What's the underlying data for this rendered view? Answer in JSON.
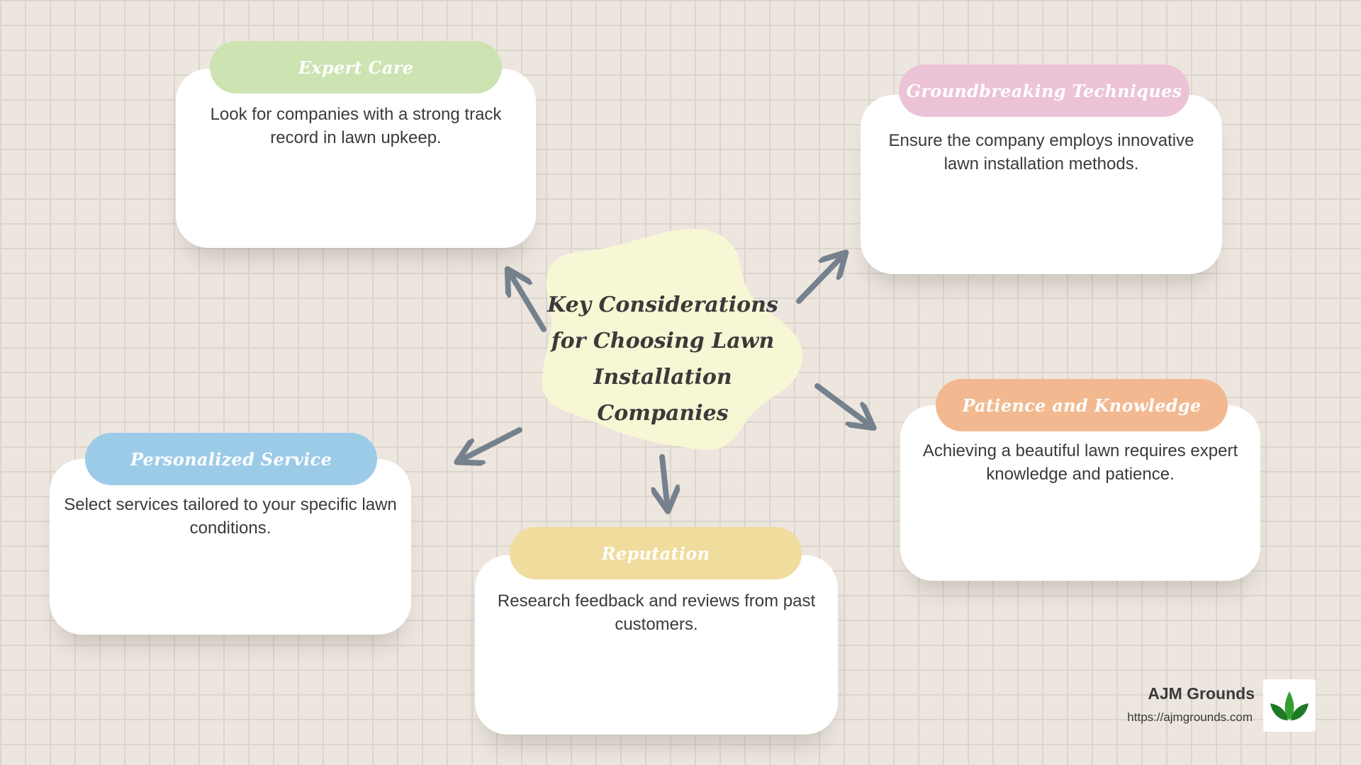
{
  "center": {
    "title": "Key Considerations for Choosing Lawn Installation Companies"
  },
  "nodes": [
    {
      "title": "Expert Care",
      "text": "Look for companies with a strong track record in lawn upkeep.",
      "color": "#cde3b2"
    },
    {
      "title": "Groundbreaking Techniques",
      "text": "Ensure the company employs innovative lawn installation methods.",
      "color": "#ecc2d6"
    },
    {
      "title": "Patience and Knowledge",
      "text": "Achieving a beautiful lawn requires expert knowledge and patience.",
      "color": "#f2b990"
    },
    {
      "title": "Reputation",
      "text": "Research feedback and reviews from past customers.",
      "color": "#f0dc9d"
    },
    {
      "title": "Personalized Service",
      "text": "Select services tailored to your specific lawn conditions.",
      "color": "#9ccbe8"
    }
  ],
  "brand": {
    "name": "AJM Grounds",
    "url": "https://ajmgrounds.com",
    "logo_icon": "leaf-icon"
  },
  "colors": {
    "blob": "#f8f7d5",
    "arrow": "#75818c",
    "background": "#ece6df"
  }
}
